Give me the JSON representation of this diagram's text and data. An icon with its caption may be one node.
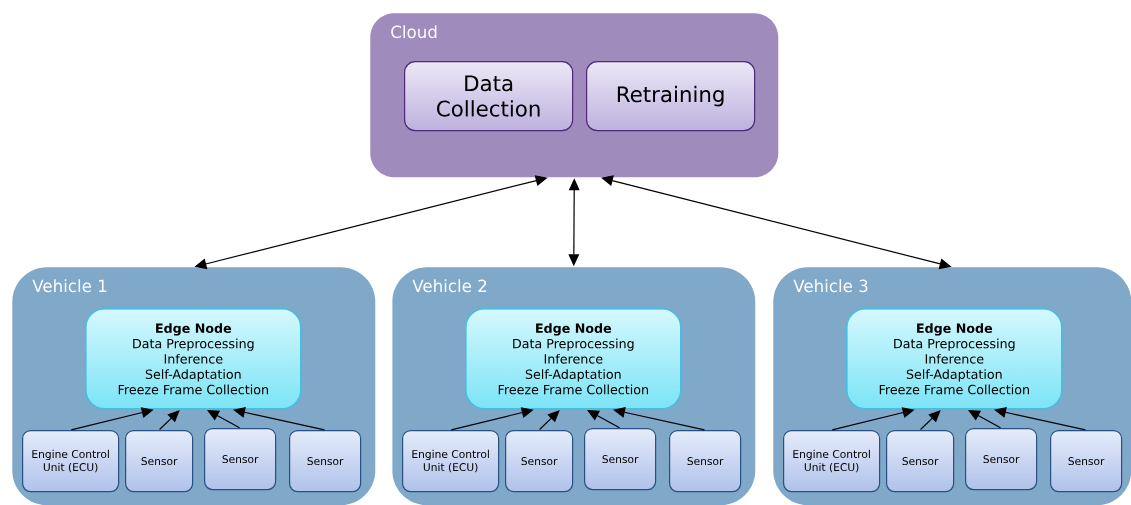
{
  "diagram": {
    "nodes": [
      {
        "text": [
          "Cloud"
        ]
      },
      {
        "text": [
          "Data Collection"
        ],
        "in": 0
      },
      {
        "text": [
          "Retraining"
        ],
        "in": 0
      },
      {
        "text": [
          "Vehicle 1"
        ]
      },
      {
        "text": [
          "Edge Node",
          "Data Preprocessing",
          "Inference",
          "Self-Adaptation",
          "Freeze Frame Collection"
        ],
        "in": 3
      },
      {
        "text": [
          "Engine Control Unit (ECU)"
        ],
        "in": 3
      },
      {
        "text": [
          "Sensor"
        ],
        "in": 3
      },
      {
        "text": [
          "Sensor"
        ],
        "in": 3
      },
      {
        "text": [
          "Sensor"
        ],
        "in": 3
      },
      {
        "text": [
          "Vehicle 2"
        ]
      },
      {
        "text": [
          "Edge Node",
          "Data Preprocessing",
          "Inference",
          "Self-Adaptation",
          "Freeze Frame Collection"
        ],
        "in": 9
      },
      {
        "text": [
          "Engine Control Unit (ECU)"
        ],
        "in": 9
      },
      {
        "text": [
          "Sensor"
        ],
        "in": 9
      },
      {
        "text": [
          "Sensor"
        ],
        "in": 9
      },
      {
        "text": [
          "Sensor"
        ],
        "in": 9
      },
      {
        "text": [
          "Vehicle 3"
        ]
      },
      {
        "text": [
          "Edge Node",
          "Data Preprocessing",
          "Inference",
          "Self-Adaptation",
          "Freeze Frame Collection"
        ],
        "in": 15
      },
      {
        "text": [
          "Engine Control Unit (ECU)"
        ],
        "in": 15
      },
      {
        "text": [
          "Sensor"
        ],
        "in": 15
      },
      {
        "text": [
          "Sensor"
        ],
        "in": 15
      },
      {
        "text": [
          "Sensor"
        ],
        "in": 15
      }
    ],
    "edges": [
      {
        "from": 0,
        "to": 3,
        "arrow": "both"
      },
      {
        "from": 0,
        "to": 9,
        "arrow": "both"
      },
      {
        "from": 0,
        "to": 15,
        "arrow": "both"
      },
      {
        "from": 5,
        "to": 4,
        "arrow": "to"
      },
      {
        "from": 6,
        "to": 4,
        "arrow": "to"
      },
      {
        "from": 7,
        "to": 4,
        "arrow": "to"
      },
      {
        "from": 8,
        "to": 4,
        "arrow": "to"
      },
      {
        "from": 11,
        "to": 10,
        "arrow": "to"
      },
      {
        "from": 12,
        "to": 10,
        "arrow": "to"
      },
      {
        "from": 13,
        "to": 10,
        "arrow": "to"
      },
      {
        "from": 14,
        "to": 10,
        "arrow": "to"
      },
      {
        "from": 17,
        "to": 16,
        "arrow": "to"
      },
      {
        "from": 18,
        "to": 16,
        "arrow": "to"
      },
      {
        "from": 19,
        "to": 16,
        "arrow": "to"
      },
      {
        "from": 20,
        "to": 16,
        "arrow": "to"
      }
    ]
  }
}
